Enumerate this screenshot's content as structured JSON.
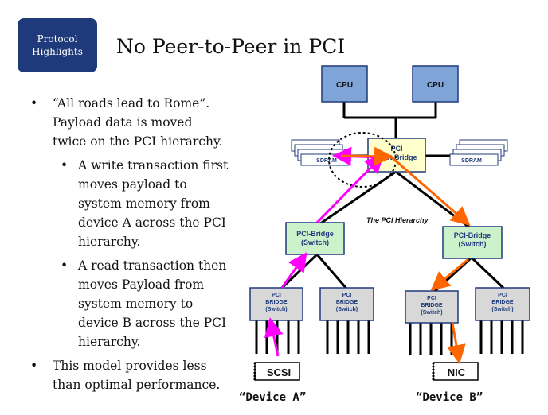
{
  "badge": {
    "line1": "Protocol",
    "line2": "Highlights"
  },
  "title": "No Peer-to-Peer in PCI",
  "bullets": [
    {
      "text": "“All roads lead to Rome”.\nPayload data is moved\ntwice on the PCI hierarchy.",
      "sub": [
        {
          "text": "A write transaction first\nmoves payload to\nsystem memory from\ndevice A across the PCI\nhierarchy."
        },
        {
          "text": "A read transaction then\nmoves Payload from\nsystem memory to\ndevice B across the PCI\nhierarchy."
        }
      ]
    },
    {
      "text": "This model provides less\nthan optimal performance.",
      "sub": []
    }
  ],
  "diagram": {
    "cpu_left": "CPU",
    "cpu_right": "CPU",
    "host_bridge_line1": "PCI",
    "host_bridge_line2": "Host Bridge",
    "sdram_left": "SDRAM",
    "sdram_right": "SDRAM",
    "hierarchy_label": "The PCI Hierarchy",
    "switch_left_line1": "PCI-Bridge",
    "switch_left_line2": "(Switch)",
    "switch_right_line1": "PCI-Bridge",
    "switch_right_line2": "(Switch)",
    "bridge_line1": "PCI",
    "bridge_line2": "BRIDGE",
    "bridge_line3": "(Switch)",
    "device_scsi": "SCSI",
    "device_nic": "NIC",
    "caption_a": "“Device A”",
    "caption_b": "“Device B”"
  },
  "colors": {
    "badge_bg": "#1f3a7a",
    "cpu_fill": "#7fa4d8",
    "switch_fill": "#ccf2cc",
    "host_fill": "#ffffcc",
    "bridge_fill": "#d8d8d8",
    "write_arrow": "#ff00ff",
    "read_arrow": "#ff6600"
  }
}
